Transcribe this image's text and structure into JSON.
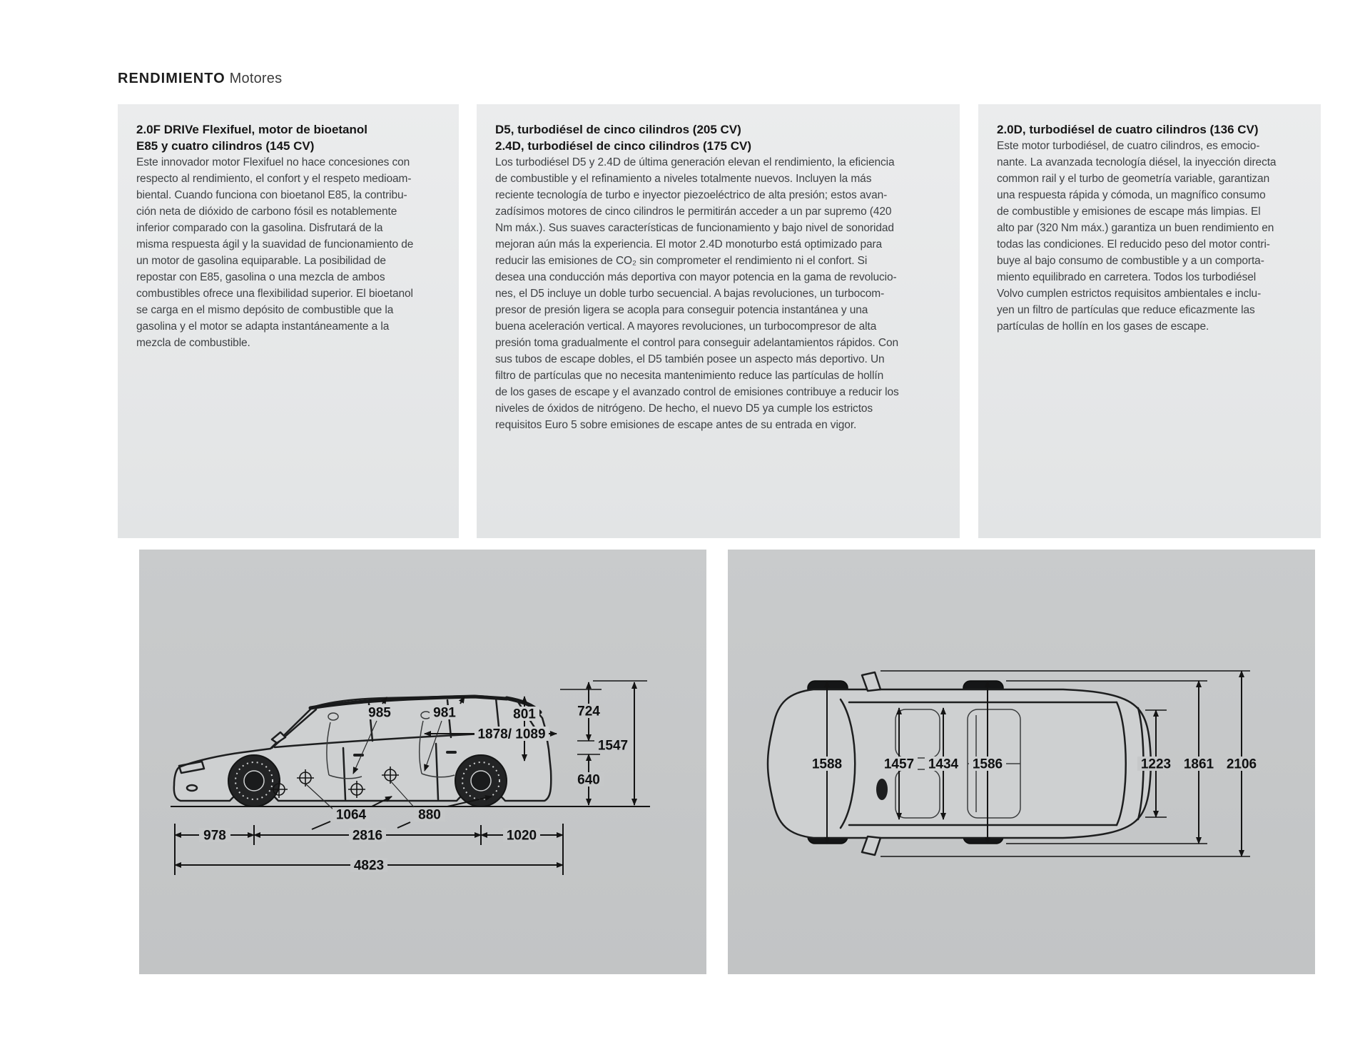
{
  "header": {
    "title_bold": "RENDIMIENTO",
    "title_light": "Motores"
  },
  "panels": [
    {
      "heading": "2.0F DRIVe Flexifuel, motor de bioetanol\nE85 y cuatro cilindros (145 CV)",
      "body": "Este innovador motor Flexifuel no hace concesiones con\nrespecto al rendimiento, el confort y el respeto medioam-\nbiental. Cuando funciona con bioetanol E85, la contribu-\nción neta de dióxido de carbono fósil es notablemente\ninferior comparado con la gasolina. Disfrutará de la\nmisma respuesta ágil y la suavidad de funcionamiento de\nun motor de gasolina equiparable. La posibilidad de\nrepostar con E85, gasolina o una mezcla de ambos\ncombustibles ofrece una flexibilidad superior. El bioetanol\nse carga en el mismo depósito de combustible que la\ngasolina y el motor se adapta instantáneamente a la\nmezcla de combustible."
    },
    {
      "heading": "D5, turbodiésel de cinco cilindros (205 CV)\n2.4D, turbodiésel de cinco cilindros (175 CV)",
      "body": "Los turbodiésel D5 y 2.4D de última generación elevan el rendimiento, la eficiencia\nde combustible y el refinamiento a niveles totalmente nuevos. Incluyen la más\nreciente tecnología de turbo e inyector piezoeléctrico de alta presión; estos avan-\nzadísimos motores de cinco cilindros le permitirán acceder a un par supremo (420\nNm máx.). Sus suaves características de funcionamiento y bajo nivel de sonoridad\nmejoran aún más la experiencia. El motor 2.4D monoturbo está optimizado para\nreducir las emisiones de CO₂ sin comprometer el rendimiento ni el confort. Si\ndesea una conducción más deportiva con mayor potencia en la gama de revolucio-\nnes, el D5 incluye un doble turbo secuencial. A bajas revoluciones, un turbocom-\npresor de presión ligera se acopla para conseguir potencia instantánea y una\nbuena aceleración vertical. A mayores revoluciones, un turbocompresor de alta\npresión toma gradualmente el control para conseguir adelantamientos rápidos. Con\nsus tubos de escape dobles, el D5 también posee un aspecto más deportivo. Un\nfiltro de partículas que no necesita mantenimiento reduce las partículas de hollín\nde los gases de escape y el avanzado control de emisiones contribuye a reducir los\nniveles de óxidos de nitrógeno. De hecho, el nuevo D5 ya cumple los estrictos\nrequisitos Euro 5 sobre emisiones de escape antes de su entrada en vigor."
    },
    {
      "heading": "2.0D, turbodiésel de cuatro cilindros (136 CV)",
      "body": "Este motor turbodiésel, de cuatro cilindros, es emocio-\nnante. La avanzada tecnología diésel, la inyección directa\ncommon rail y el turbo de geometría variable, garantizan\nuna respuesta rápida y cómoda, un magnífico consumo\nde combustible y emisiones de escape más limpias. El\nalto par (320 Nm máx.) garantiza un buen rendimiento en\ntodas las condiciones. El reducido peso del motor contri-\nbuye al bajo consumo de combustible y a un comporta-\nmiento equilibrado en carretera. Todos los turbodiésel\nVolvo cumplen estrictos requisitos ambientales e inclu-\nyen un filtro de partículas que reduce eficazmente las\npartículas de hollín en los gases de escape."
    }
  ],
  "side_view": {
    "dims": {
      "front_headroom": "985",
      "rear_headroom": "981",
      "cargo_height": "801",
      "cargo_length": "1878/ 1089",
      "upper_height": "724",
      "overall_height": "1547",
      "load_height": "640",
      "floor_length_front": "1064",
      "floor_length_rear": "880",
      "front_overhang": "978",
      "wheelbase": "2816",
      "rear_overhang": "1020",
      "overall_length": "4823"
    }
  },
  "top_view": {
    "dims": {
      "front_track": "1588",
      "front_interior_width": "1457",
      "rear_interior_width": "1434",
      "rear_track": "1586",
      "cargo_width": "1223",
      "body_width": "1861",
      "overall_width": "2106"
    }
  }
}
